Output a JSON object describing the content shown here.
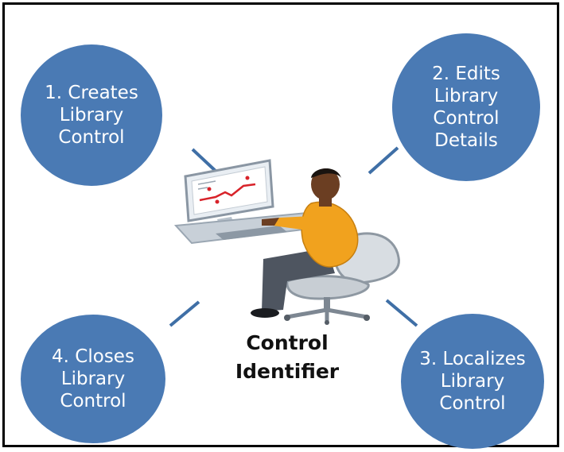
{
  "diagram": {
    "center_label": [
      "Control",
      "Identifier"
    ],
    "nodes": [
      {
        "id": "creates",
        "lines": [
          "1. Creates",
          "Library",
          "Control"
        ]
      },
      {
        "id": "edits",
        "lines": [
          "2. Edits",
          "Library",
          "Control",
          "Details"
        ]
      },
      {
        "id": "localizes",
        "lines": [
          "3. Localizes",
          "Library",
          "Control"
        ]
      },
      {
        "id": "closes",
        "lines": [
          "4. Closes",
          "Library",
          "Control"
        ]
      }
    ],
    "colors": {
      "node_fill": "#4a7ab4",
      "connector": "#3f6fa6",
      "node_text": "#ffffff"
    },
    "figure_icon": "person-at-computer-icon"
  }
}
